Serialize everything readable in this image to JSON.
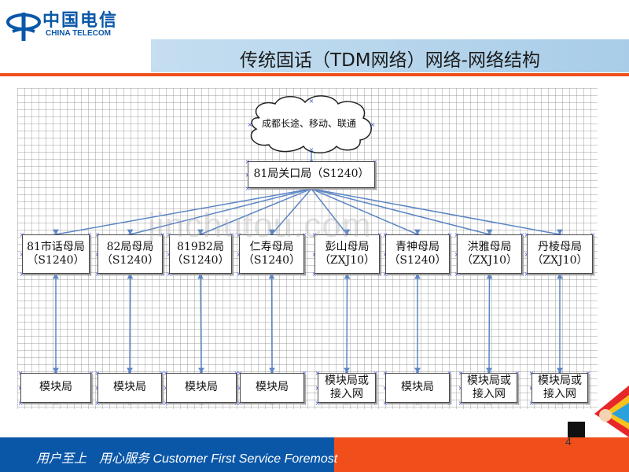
{
  "header": {
    "logo_cn": "中国电信",
    "logo_en": "CHINA TELECOM",
    "title": "传统固话（TDM网络）网络-网络结构"
  },
  "diagram": {
    "cloud": {
      "label": "成都长途、移动、联通"
    },
    "gateway": {
      "label": "81局关口局（S1240）"
    },
    "mother_offices": [
      {
        "label": "81市话母局\n（S1240）"
      },
      {
        "label": "82局母局\n（S1240）"
      },
      {
        "label": "819B2局\n（S1240）"
      },
      {
        "label": "仁寿母局\n（S1240）"
      },
      {
        "label": "彭山母局\n（ZXJ10）"
      },
      {
        "label": "青神母局\n（S1240）"
      },
      {
        "label": "洪雅母局\n（ZXJ10）"
      },
      {
        "label": "丹棱母局\n（ZXJ10）"
      }
    ],
    "modules": [
      {
        "label": "模块局"
      },
      {
        "label": "模块局"
      },
      {
        "label": "模块局"
      },
      {
        "label": "模块局"
      },
      {
        "label": "模块局或\n接入网"
      },
      {
        "label": "模块局"
      },
      {
        "label": "模块局或\n接入网"
      },
      {
        "label": "模块局或\n接入网"
      }
    ],
    "colors": {
      "connector": "#5b86c5",
      "handle": "#3a4fcf",
      "node_border": "#4a4a4a"
    }
  },
  "watermark": "jinchutou.com",
  "footer": {
    "slogan": "用户至上　用心服务  Customer First Service Foremost",
    "page_number": "4"
  },
  "colors": {
    "brand_blue": "#0a57a8",
    "brand_orange": "#f04e1b",
    "title_bar": "#b7d6ee"
  }
}
